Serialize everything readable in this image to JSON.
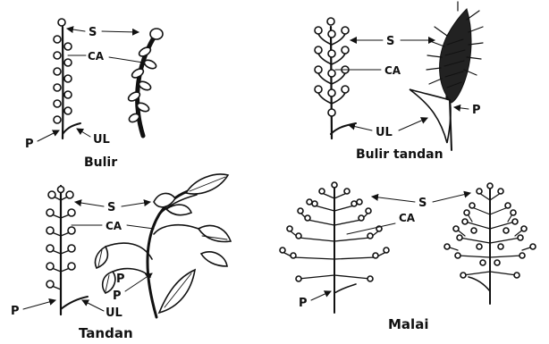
{
  "diagram": {
    "panels": [
      {
        "caption": "Bulir",
        "labels": {
          "s": "S",
          "ca": "CA",
          "p": "P",
          "ul": "UL"
        }
      },
      {
        "caption": "Bulir tandan",
        "labels": {
          "s": "S",
          "ca": "CA",
          "p": "P",
          "ul": "UL"
        }
      },
      {
        "caption": "Tandan",
        "labels": {
          "s": "S",
          "ca": "CA",
          "p1": "P",
          "p2": "P",
          "ul": "UL",
          "p3": "P"
        }
      },
      {
        "caption": "Malai",
        "labels": {
          "s": "S",
          "ca": "CA",
          "p": "P"
        }
      }
    ],
    "ink_color": "#111111",
    "background": "#ffffff"
  }
}
